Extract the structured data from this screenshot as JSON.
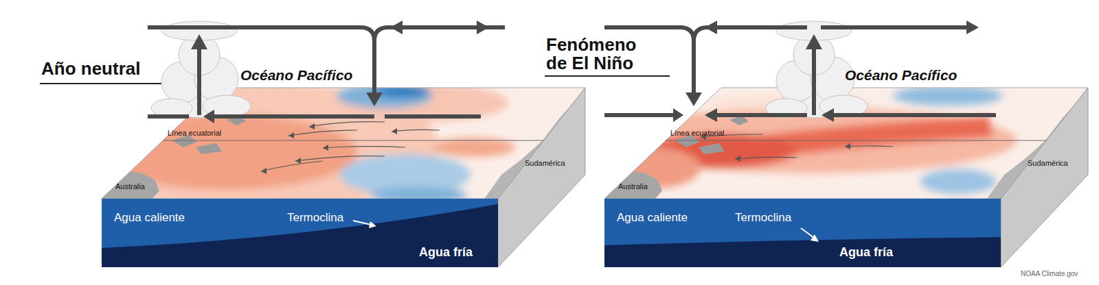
{
  "diagram": {
    "labels": [
      "Año neutral",
      "Océano Pacífico",
      "Línea ecuatorial",
      "Australia",
      "Sudamérica",
      "Agua caliente",
      "Termoclina",
      "Agua fría",
      "Fenómeno de El Niño",
      "Océano Pacífico",
      "Línea ecuatorial",
      "Sudamérica",
      "Australia",
      "Agua caliente",
      "Termoclina",
      "Agua fría",
      "NOAA Climate.gov"
    ]
  }
}
